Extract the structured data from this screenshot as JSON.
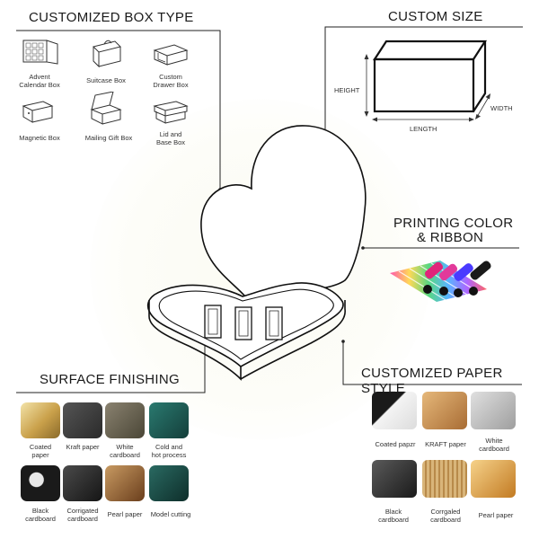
{
  "sections": {
    "box_type": {
      "title": "CUSTOMIZED BOX TYPE",
      "items": [
        {
          "label": "Advent\nCalendar Box",
          "icon": "advent-calendar-box-icon"
        },
        {
          "label": "Suitcase Box",
          "icon": "suitcase-box-icon"
        },
        {
          "label": "Custom\nDrawer Box",
          "icon": "drawer-box-icon"
        },
        {
          "label": "Magnetic Box",
          "icon": "magnetic-box-icon"
        },
        {
          "label": "Mailing Gift Box",
          "icon": "mailing-gift-box-icon"
        },
        {
          "label": "Lid and\nBase Box",
          "icon": "lid-base-box-icon"
        }
      ]
    },
    "custom_size": {
      "title": "CUSTOM SIZE",
      "height_label": "HEIGHT",
      "width_label": "WIDTH",
      "length_label": "LENGTH"
    },
    "printing": {
      "title_line1": "PRINTING COLOR",
      "title_line2": "& RIBBON"
    },
    "surface": {
      "title": "SURFACE FINISHING",
      "items": [
        {
          "label": "Coated\npaper",
          "color": "#d8b86a"
        },
        {
          "label": "Kraft paper",
          "color": "#3a3a3a"
        },
        {
          "label": "White\ncardboard",
          "color": "#6a6450"
        },
        {
          "label": "Cold and\nhot process",
          "color": "#1f5a55"
        },
        {
          "label": "Black\ncardboard",
          "color": "#1a1a1a"
        },
        {
          "label": "Corrigated\ncardboard",
          "color": "#2a2a2a"
        },
        {
          "label": "Pearl paper",
          "color": "#8a5a34"
        },
        {
          "label": "Model cutting",
          "color": "#1b4c48"
        }
      ]
    },
    "paper_style": {
      "title": "CUSTOMIZED PAPER STYLE",
      "items": [
        {
          "label": "Coated papzr",
          "color": "#2a2a2a"
        },
        {
          "label": "KRAFT paper",
          "color": "#c8935a"
        },
        {
          "label": "White\ncardboard",
          "color": "#bdbdbd"
        },
        {
          "label": "Black\ncardboard",
          "color": "#2b2b2b"
        },
        {
          "label": "Corrgaled\ncardboard",
          "color": "#c9a66d"
        },
        {
          "label": "Pearl paper",
          "color": "#d79a3a"
        }
      ]
    }
  }
}
